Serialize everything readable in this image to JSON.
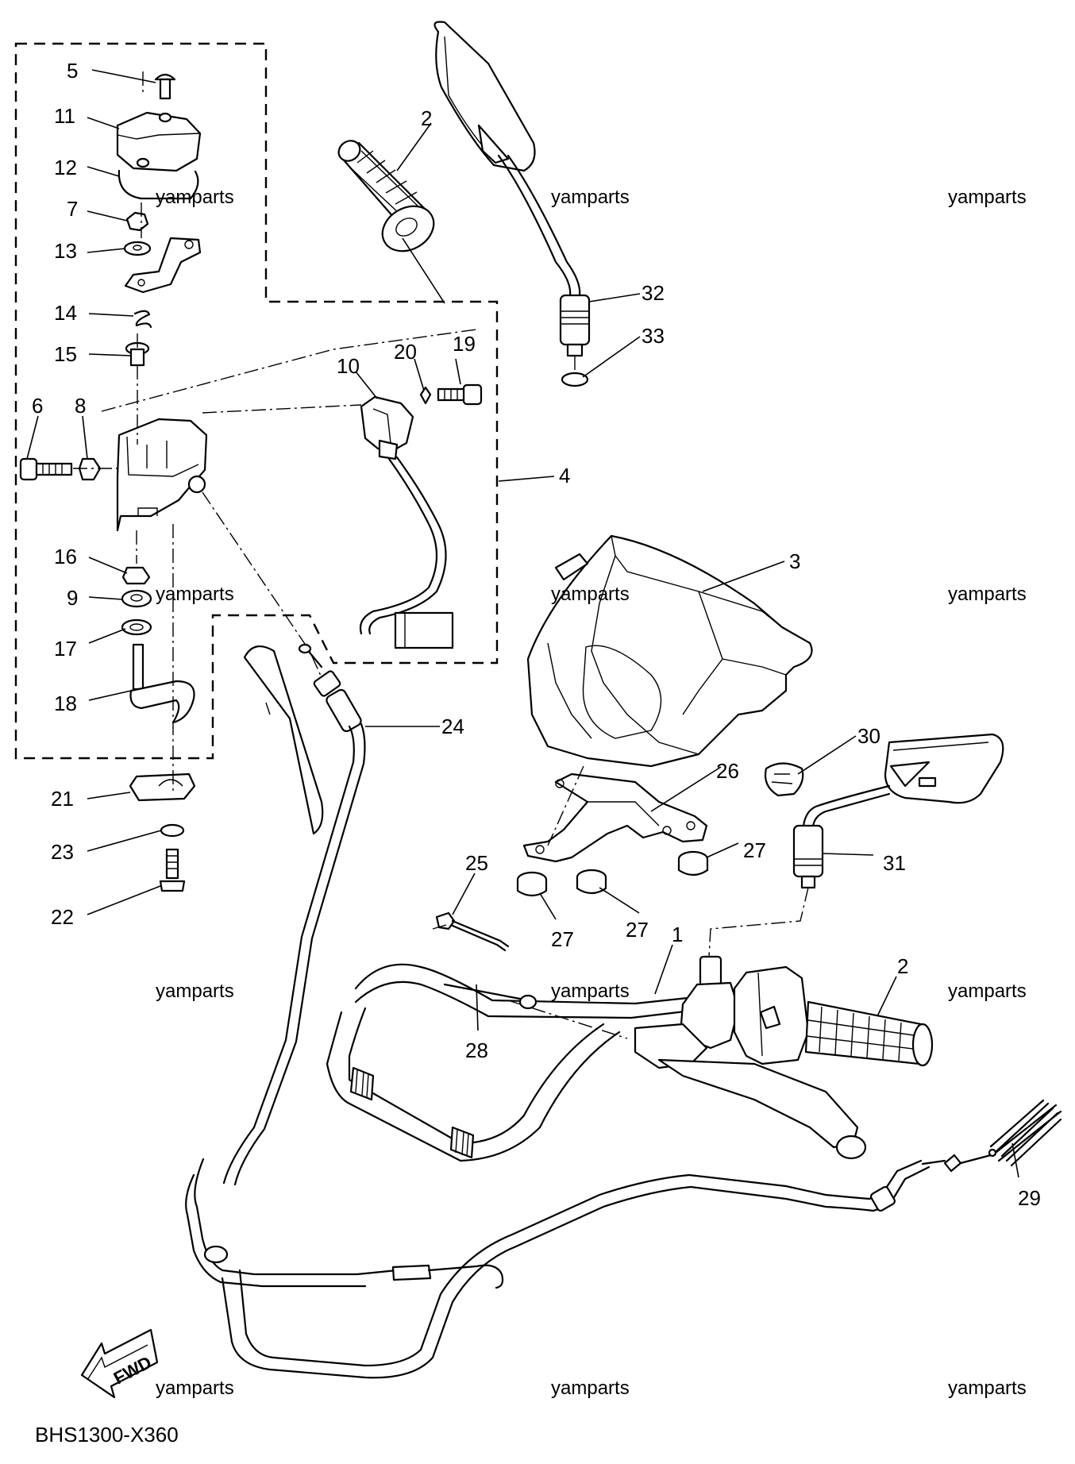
{
  "diagram": {
    "code": "BHS1300-X360",
    "fwd_label": "FWD",
    "watermark": "yamparts",
    "watermarks": [
      "yamparts",
      "yamparts",
      "yamparts",
      "yamparts",
      "yamparts",
      "yamparts",
      "yamparts",
      "yamparts",
      "yamparts",
      "yamparts",
      "yamparts",
      "yamparts"
    ],
    "callouts": [
      {
        "id": "c5",
        "label": "5"
      },
      {
        "id": "c11",
        "label": "11"
      },
      {
        "id": "c12",
        "label": "12"
      },
      {
        "id": "c7",
        "label": "7"
      },
      {
        "id": "c13",
        "label": "13"
      },
      {
        "id": "c14",
        "label": "14"
      },
      {
        "id": "c15",
        "label": "15"
      },
      {
        "id": "c6",
        "label": "6"
      },
      {
        "id": "c8",
        "label": "8"
      },
      {
        "id": "c16",
        "label": "16"
      },
      {
        "id": "c9",
        "label": "9"
      },
      {
        "id": "c17",
        "label": "17"
      },
      {
        "id": "c18",
        "label": "18"
      },
      {
        "id": "c21",
        "label": "21"
      },
      {
        "id": "c23",
        "label": "23"
      },
      {
        "id": "c22",
        "label": "22"
      },
      {
        "id": "c2a",
        "label": "2"
      },
      {
        "id": "c32",
        "label": "32"
      },
      {
        "id": "c33",
        "label": "33"
      },
      {
        "id": "c20",
        "label": "20"
      },
      {
        "id": "c19",
        "label": "19"
      },
      {
        "id": "c10",
        "label": "10"
      },
      {
        "id": "c4",
        "label": "4"
      },
      {
        "id": "c3",
        "label": "3"
      },
      {
        "id": "c24",
        "label": "24"
      },
      {
        "id": "c30",
        "label": "30"
      },
      {
        "id": "c26",
        "label": "26"
      },
      {
        "id": "c27a",
        "label": "27"
      },
      {
        "id": "c31",
        "label": "31"
      },
      {
        "id": "c25",
        "label": "25"
      },
      {
        "id": "c27b",
        "label": "27"
      },
      {
        "id": "c27c",
        "label": "27"
      },
      {
        "id": "c1",
        "label": "1"
      },
      {
        "id": "c2b",
        "label": "2"
      },
      {
        "id": "c28",
        "label": "28"
      },
      {
        "id": "c29",
        "label": "29"
      }
    ]
  }
}
